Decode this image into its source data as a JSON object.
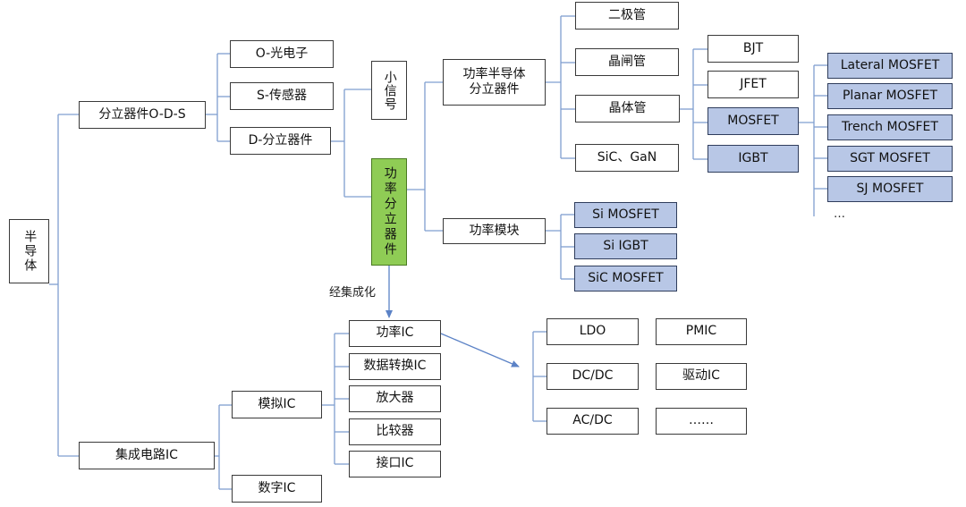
{
  "root": "半导体",
  "discrete": "分立器件O-D-S",
  "ic": "集成电路IC",
  "opto": "O-光电子",
  "sensor": "S-传感器",
  "discrete_device": "D-分立器件",
  "small_signal": "小信号",
  "power_discrete": "功率分立器件",
  "power_semi_discrete": "功率半导体分立器件",
  "power_module": "功率模块",
  "diode": "二极管",
  "thyristor": "晶闸管",
  "transistor": "晶体管",
  "sic_gan": "SiC、GaN",
  "bjt": "BJT",
  "jfet": "JFET",
  "mosfet": "MOSFET",
  "igbt": "IGBT",
  "mosfet_types": [
    "Lateral MOSFET",
    "Planar MOSFET",
    "Trench MOSFET",
    "SGT MOSFET",
    "SJ MOSFET",
    "…"
  ],
  "module_types": [
    "Si MOSFET",
    "Si IGBT",
    "SiC MOSFET"
  ],
  "integration_label": "经集成化",
  "analog_ic": "模拟IC",
  "digital_ic": "数字IC",
  "analog_types": [
    "功率IC",
    "数据转换IC",
    "放大器",
    "比较器",
    "接口IC"
  ],
  "power_ic_types": [
    "LDO",
    "PMIC",
    "DC/DC",
    "驱动IC",
    "AC/DC",
    "……"
  ],
  "colors": {
    "line": "#7f9fd0",
    "blue_fill": "#b8c7e6",
    "green_fill": "#8fcc55"
  }
}
